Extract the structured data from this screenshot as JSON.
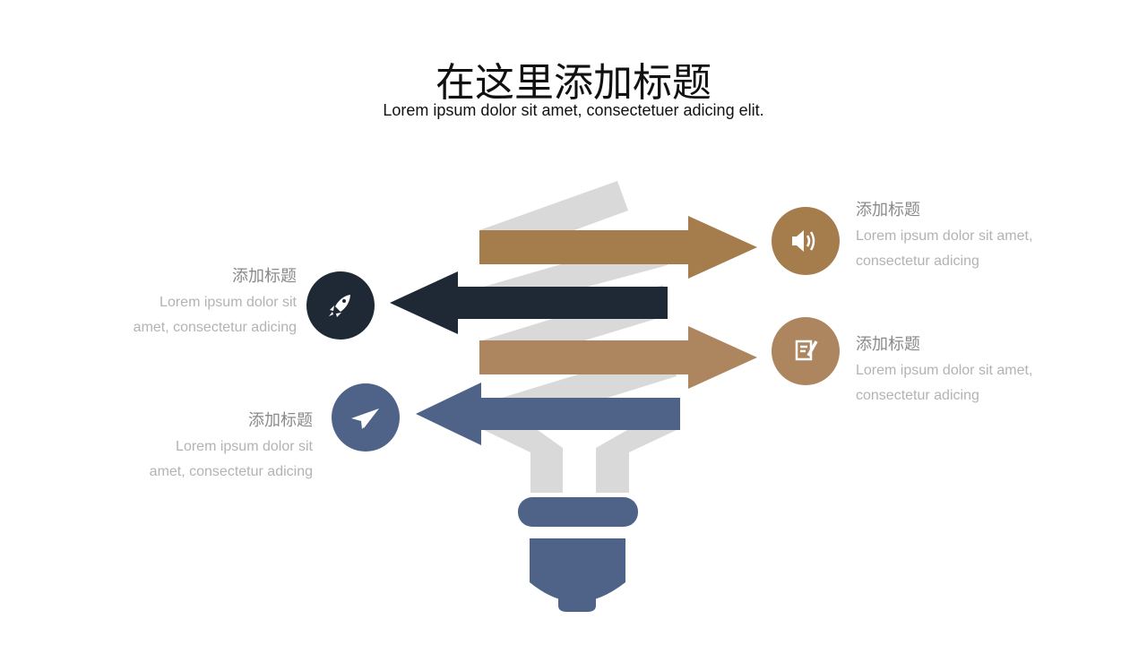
{
  "header": {
    "title": "在这里添加标题",
    "subtitle": "Lorem ipsum dolor sit amet, consectetuer adicing elit."
  },
  "colors": {
    "brown_dark": "#a57c4c",
    "brown_light": "#ad8660",
    "navy": "#1f2935",
    "blue": "#4f6389",
    "gray": "#d9d9d9"
  },
  "items": [
    {
      "icon": "speaker-icon",
      "heading": "添加标题",
      "line1": "Lorem ipsum dolor sit amet,",
      "line2": "consectetur adicing"
    },
    {
      "icon": "rocket-icon",
      "heading": "添加标题",
      "line1": "Lorem ipsum dolor sit",
      "line2": "amet, consectetur adicing"
    },
    {
      "icon": "note-edit-icon",
      "heading": "添加标题",
      "line1": "Lorem ipsum dolor sit amet,",
      "line2": "consectetur adicing"
    },
    {
      "icon": "paper-plane-icon",
      "heading": "添加标题",
      "line1": "Lorem ipsum dolor sit",
      "line2": "amet, consectetur adicing"
    }
  ]
}
